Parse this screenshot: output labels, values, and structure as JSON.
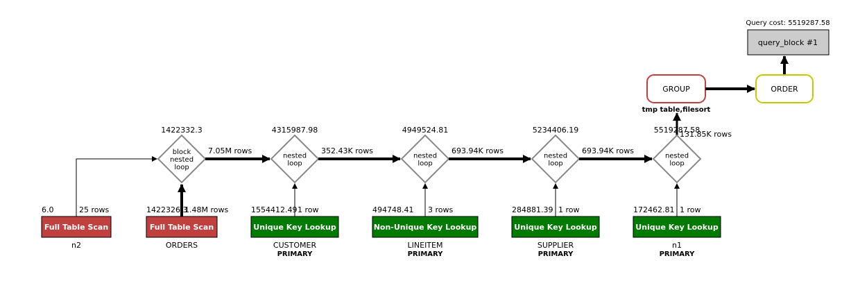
{
  "query_cost_label": "Query cost: 5519287.58",
  "query_block": "query_block #1",
  "group": {
    "label": "GROUP",
    "note": "tmp table,filesort"
  },
  "order": {
    "label": "ORDER"
  },
  "loops": [
    {
      "cost": "1422332.3",
      "lines": [
        "block",
        "nested",
        "loop"
      ]
    },
    {
      "cost": "4315987.98",
      "lines": [
        "nested",
        "loop"
      ]
    },
    {
      "cost": "4949524.81",
      "lines": [
        "nested",
        "loop"
      ]
    },
    {
      "cost": "5234406.19",
      "lines": [
        "nested",
        "loop"
      ]
    },
    {
      "cost": "5519287.58",
      "lines": [
        "nested",
        "loop"
      ]
    }
  ],
  "edges": {
    "loop_to_loop": [
      "7.05M rows",
      "352.43K rows",
      "693.94K rows",
      "693.94K rows"
    ],
    "last_to_group": "131.85K rows"
  },
  "tables": [
    {
      "label": "Full Table Scan",
      "cost": "6.0",
      "rows": "25 rows",
      "name": "n2",
      "key": "",
      "kind": "scan"
    },
    {
      "label": "Full Table Scan",
      "cost": "1422326.3",
      "rows": "1.48M rows",
      "name": "ORDERS",
      "key": "",
      "kind": "scan"
    },
    {
      "label": "Unique Key Lookup",
      "cost": "1554412.49",
      "rows": "1 row",
      "name": "CUSTOMER",
      "key": "PRIMARY",
      "kind": "lookup"
    },
    {
      "label": "Non-Unique Key Lookup",
      "cost": "494748.41",
      "rows": "3 rows",
      "name": "LINEITEM",
      "key": "PRIMARY",
      "kind": "lookup"
    },
    {
      "label": "Unique Key Lookup",
      "cost": "284881.39",
      "rows": "1 row",
      "name": "SUPPLIER",
      "key": "PRIMARY",
      "kind": "lookup"
    },
    {
      "label": "Unique Key Lookup",
      "cost": "172462.81",
      "rows": "1 row",
      "name": "n1",
      "key": "PRIMARY",
      "kind": "lookup"
    }
  ],
  "colors": {
    "scan": "#c04040",
    "lookup": "#007a00",
    "group_border": "#c04040",
    "order_border": "#c8c800",
    "query_block_fill": "#cccccc",
    "diamond_border": "#888888"
  }
}
